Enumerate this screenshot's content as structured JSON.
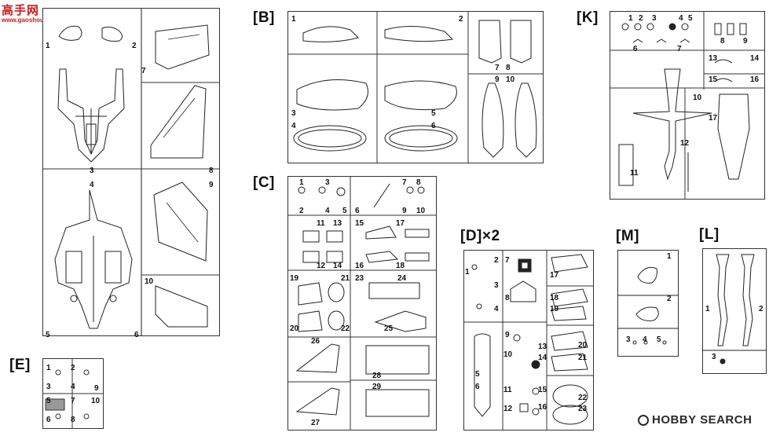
{
  "watermark_top": {
    "brand": "高手网",
    "url": "www.gaoshou.com"
  },
  "watermark_bottom": {
    "brand": "HOBBY SEARCH",
    "logo_icon": "hobby-search-logo-icon"
  },
  "colors": {
    "line": "#333333",
    "watermark_red": "#d11a1a",
    "brand_dark": "#2a2a2a"
  },
  "sprues": [
    {
      "id": "A",
      "code": "",
      "labels": [
        "1",
        "2",
        "3",
        "4",
        "5",
        "6",
        "7",
        "8",
        "9",
        "10"
      ]
    },
    {
      "id": "B",
      "code": "[B]",
      "labels": [
        "1",
        "2",
        "3",
        "4",
        "5",
        "6",
        "7",
        "8",
        "9",
        "10"
      ]
    },
    {
      "id": "C",
      "code": "[C]",
      "labels": [
        "1",
        "2",
        "3",
        "4",
        "5",
        "6",
        "7",
        "8",
        "9",
        "10",
        "11",
        "12",
        "13",
        "14",
        "15",
        "16",
        "17",
        "18",
        "19",
        "20",
        "21",
        "22",
        "23",
        "24",
        "25",
        "26",
        "27",
        "28",
        "29"
      ]
    },
    {
      "id": "D",
      "code": "[D]×2",
      "labels": [
        "1",
        "2",
        "3",
        "4",
        "5",
        "6",
        "7",
        "8",
        "9",
        "10",
        "11",
        "12",
        "13",
        "14",
        "15",
        "16",
        "17",
        "18",
        "19",
        "20",
        "21",
        "22",
        "23"
      ]
    },
    {
      "id": "E",
      "code": "[E]",
      "labels": [
        "1",
        "2",
        "3",
        "4",
        "5",
        "6",
        "7",
        "8",
        "9",
        "10"
      ]
    },
    {
      "id": "K",
      "code": "[K]",
      "labels": [
        "1",
        "2",
        "3",
        "4",
        "5",
        "6",
        "7",
        "8",
        "9",
        "10",
        "11",
        "12",
        "13",
        "14",
        "15",
        "16",
        "17"
      ]
    },
    {
      "id": "M",
      "code": "[M]",
      "labels": [
        "1",
        "2",
        "3",
        "4",
        "5"
      ]
    },
    {
      "id": "L",
      "code": "[L]",
      "labels": [
        "1",
        "2",
        "3"
      ]
    }
  ]
}
